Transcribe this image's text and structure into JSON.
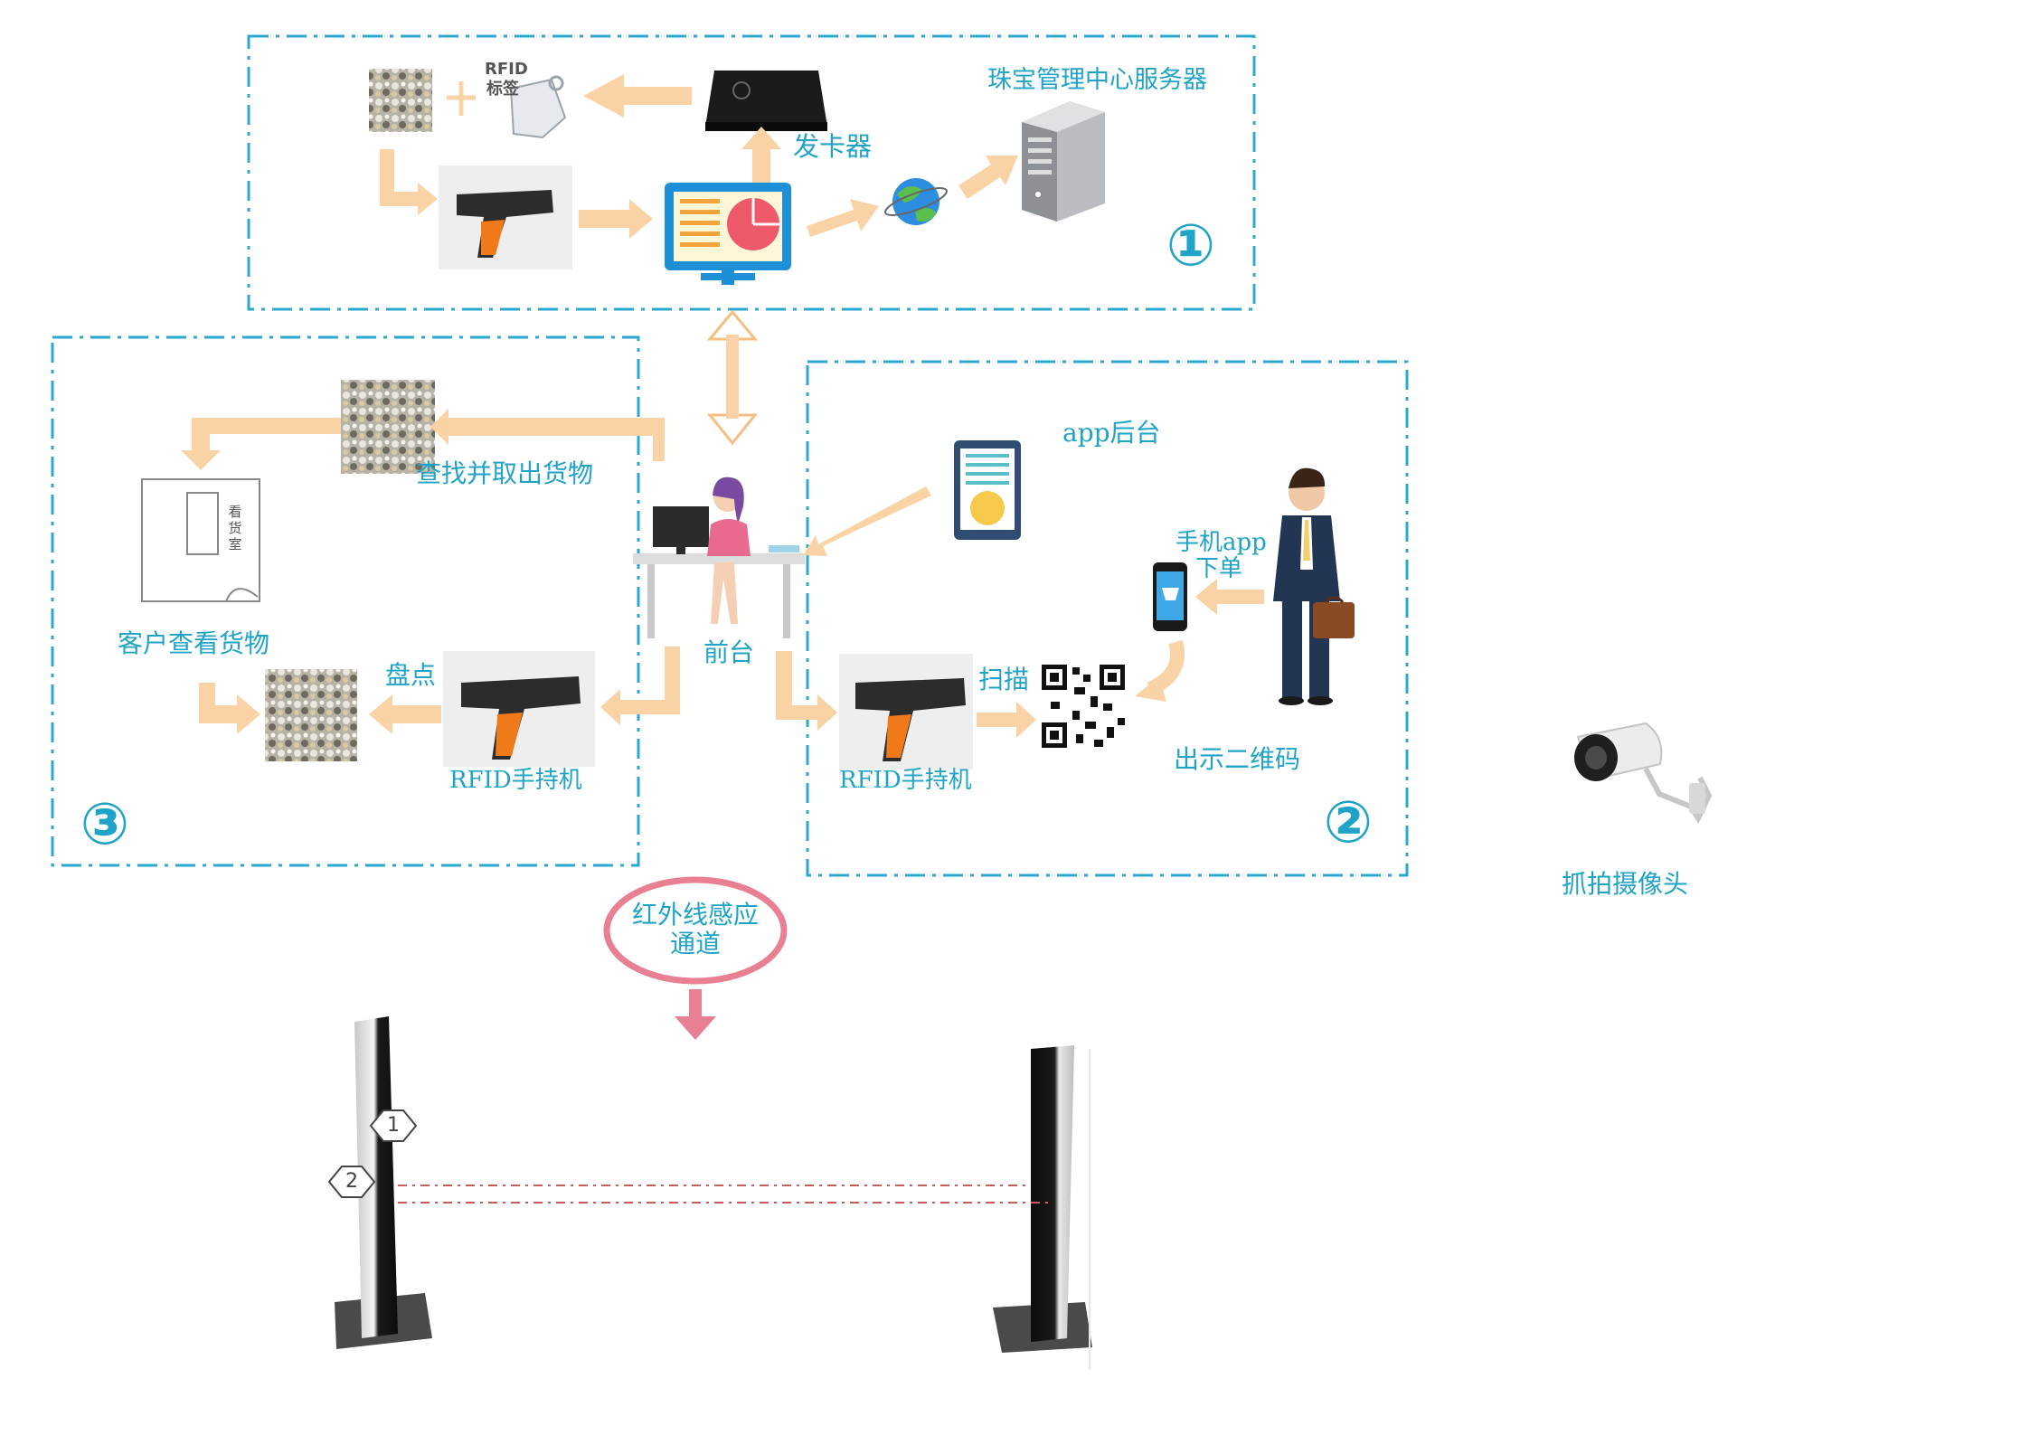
{
  "labels": {
    "server": "珠宝管理中心服务器",
    "card_issuer": "发卡器",
    "rfid_tag_line1": "RFID",
    "rfid_tag_line2": "标签",
    "app_backend": "app后台",
    "mobile_order_line1": "手机app",
    "mobile_order_line2": "下单",
    "find_goods": "查找并取出货物",
    "customer_view": "客户查看货物",
    "viewing_room_line1": "看",
    "viewing_room_line2": "货",
    "viewing_room_line3": "室",
    "inventory": "盘点",
    "front_desk": "前台",
    "scan": "扫描",
    "show_qr": "出示二维码",
    "rfid_handheld_left": "RFID手持机",
    "rfid_handheld_right": "RFID手持机",
    "capture_camera": "抓拍摄像头",
    "infrared_line1": "红外线感应",
    "infrared_line2": "通道"
  },
  "zones": {
    "zone1": "①",
    "zone2": "②",
    "zone3": "③"
  },
  "gate_markers": {
    "m1": "1",
    "m2": "2"
  },
  "colors": {
    "accent": "#1fa3c6",
    "arrow": "#f9d3a5",
    "oval": "#e97f92",
    "dash": "#2aa8d0"
  }
}
